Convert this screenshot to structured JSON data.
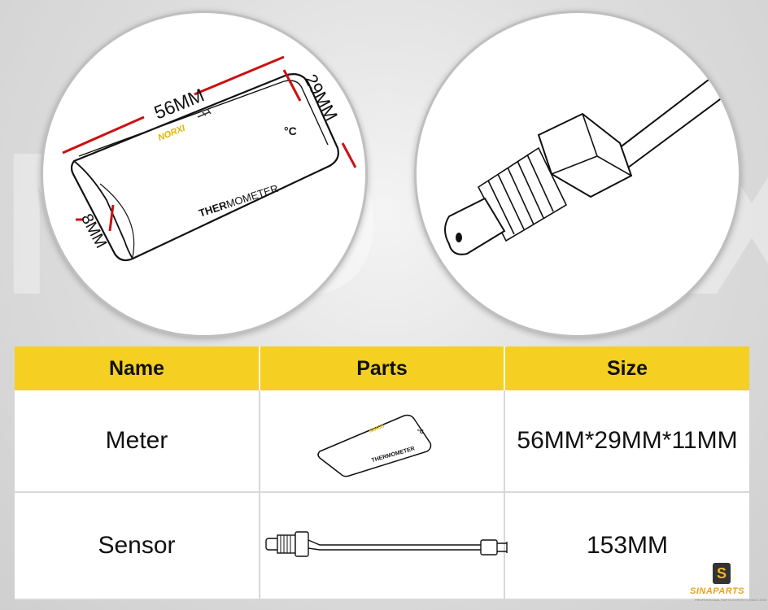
{
  "watermark": "NORXI",
  "left_callout": {
    "width_label": "56MM",
    "depth_label": "29MM",
    "height_label": "8MM",
    "brand_label": "NORXI",
    "unit_label": "°C",
    "device_label_bold": "THER",
    "device_label_regular": "MOMETER"
  },
  "table": {
    "headers": [
      "Name",
      "Parts",
      "Size"
    ],
    "rows": [
      {
        "name": "Meter",
        "size": "56MM*29MM*11MM",
        "part_brand": "NORXI",
        "part_unit": "°C",
        "part_label": "THERMOMETER"
      },
      {
        "name": "Sensor",
        "size": "153MM"
      }
    ]
  },
  "logo": {
    "mark": "S",
    "name": "SINAPARTS",
    "tagline": "PROFESSIONAL PARTS EXPERTS SINCE 2000"
  },
  "colors": {
    "header_bg": "#f5cf22",
    "dimension_red": "#cc1111"
  }
}
